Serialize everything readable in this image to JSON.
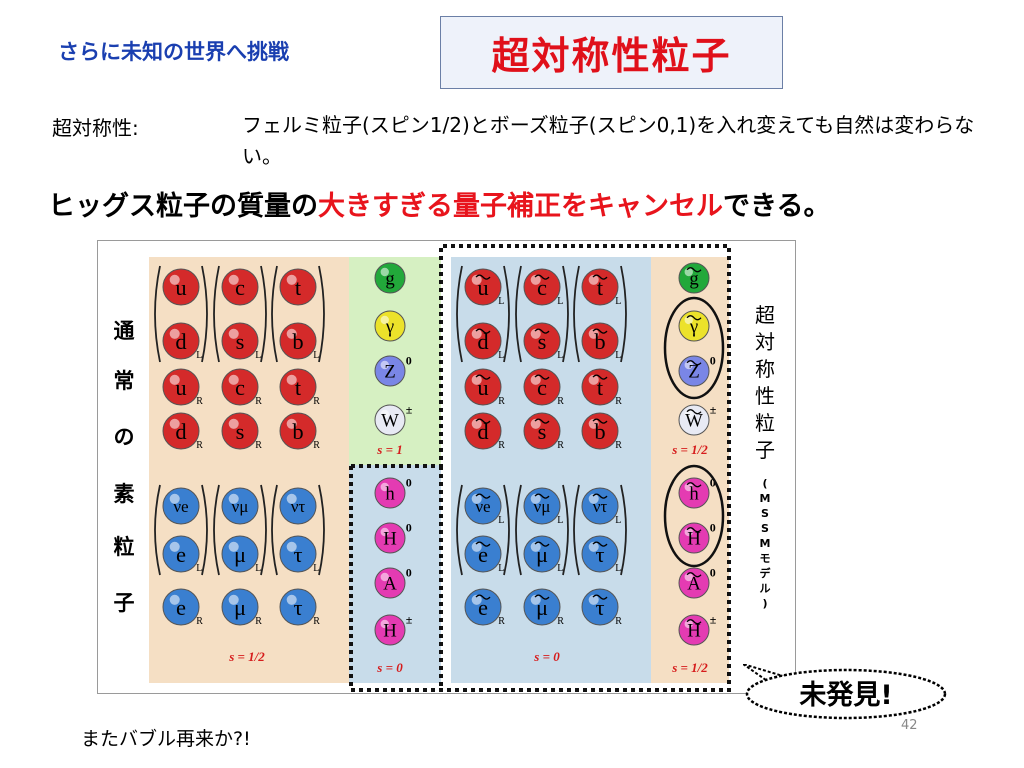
{
  "slide": {
    "subtitle": "さらに未知の世界へ挑戦",
    "title": "超対称性粒子",
    "definition_label": "超対称性:",
    "definition_text": "フェルミ粒子(スピン1/2)とボーズ粒子(スピン0,1)を入れ変えても自然は変わらない。",
    "higgs_part1": "ヒッグス粒子の質量の",
    "higgs_highlight": "大きすぎる量子補正をキャンセル",
    "higgs_part2": "できる。",
    "undiscovered": "未発見!",
    "footer": "またバブル再来か?!",
    "page_number": "42"
  },
  "figure": {
    "left_label": [
      "通",
      "常",
      "の",
      "素",
      "粒",
      "子"
    ],
    "right_label": [
      "超",
      "対",
      "称",
      "性",
      "粒",
      "子"
    ],
    "right_sublabel": [
      "(",
      "M",
      "S",
      "S",
      "M",
      "モ",
      "デ",
      "ル",
      ")"
    ],
    "spin_labels": {
      "sm_fermions": "s = 1/2",
      "sm_gauge": "s = 1",
      "sm_higgs": "s = 0",
      "susy_scalars": "s = 0",
      "susy_gauginos": "s = 1/2",
      "susy_higgsinos": "s = 1/2"
    },
    "colors": {
      "quark": "#d42a2a",
      "lepton": "#3a7fd0",
      "gluon": "#22a83a",
      "photon": "#ece22a",
      "zboson": "#7a86e6",
      "wboson": "#e8eaf4",
      "higgs": "#e43bb2",
      "beige": "#f5dfc4",
      "green_bg": "#d6f0c2",
      "blue_bg": "#c8dcea"
    },
    "sm_quarks": [
      [
        "u",
        "c",
        "t"
      ],
      [
        "d",
        "s",
        "b"
      ],
      [
        "u",
        "c",
        "t"
      ],
      [
        "d",
        "s",
        "b"
      ]
    ],
    "sm_leptons": [
      [
        "νe",
        "νμ",
        "ντ"
      ],
      [
        "e",
        "μ",
        "τ"
      ],
      [
        "e",
        "μ",
        "τ"
      ]
    ],
    "chirality": {
      "left": "L",
      "right": "R"
    },
    "gauge": [
      "g",
      "γ",
      "Z",
      "W"
    ],
    "gauge_sup": [
      "",
      "",
      "0",
      "±"
    ],
    "higgs": [
      "h",
      "H",
      "A",
      "H"
    ],
    "higgs_sup": [
      "0",
      "0",
      "0",
      "±"
    ]
  }
}
